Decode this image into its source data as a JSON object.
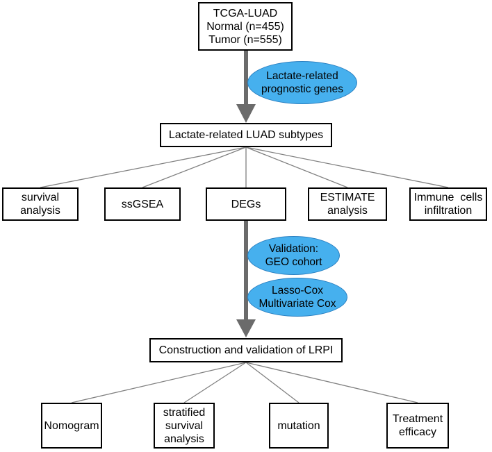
{
  "root": {
    "lines": [
      "TCGA-LUAD",
      "Normal (n=455)",
      "Tumor (n=555)"
    ]
  },
  "step1_label": [
    "Lactate-related",
    "prognostic genes"
  ],
  "subtypes": "Lactate-related LUAD subtypes",
  "analyses": [
    [
      "survival",
      "analysis"
    ],
    [
      "ssGSEA"
    ],
    [
      "DEGs"
    ],
    [
      "ESTIMATE",
      "analysis"
    ],
    [
      "Immune  cells",
      "infiltration"
    ]
  ],
  "step2_labels": [
    [
      "Validation:",
      "GEO cohort"
    ],
    [
      "Lasso-Cox",
      "Multivariate Cox"
    ]
  ],
  "model": "Construction and validation of LRPI",
  "outputs": [
    [
      "Nomogram"
    ],
    [
      "stratified",
      "survival",
      "analysis"
    ],
    [
      "mutation"
    ],
    [
      "Treatment",
      "efficacy"
    ]
  ],
  "colors": {
    "ellipse_fill": "#46b0ee",
    "arrow": "#6b6b6b",
    "connector": "#808080"
  }
}
